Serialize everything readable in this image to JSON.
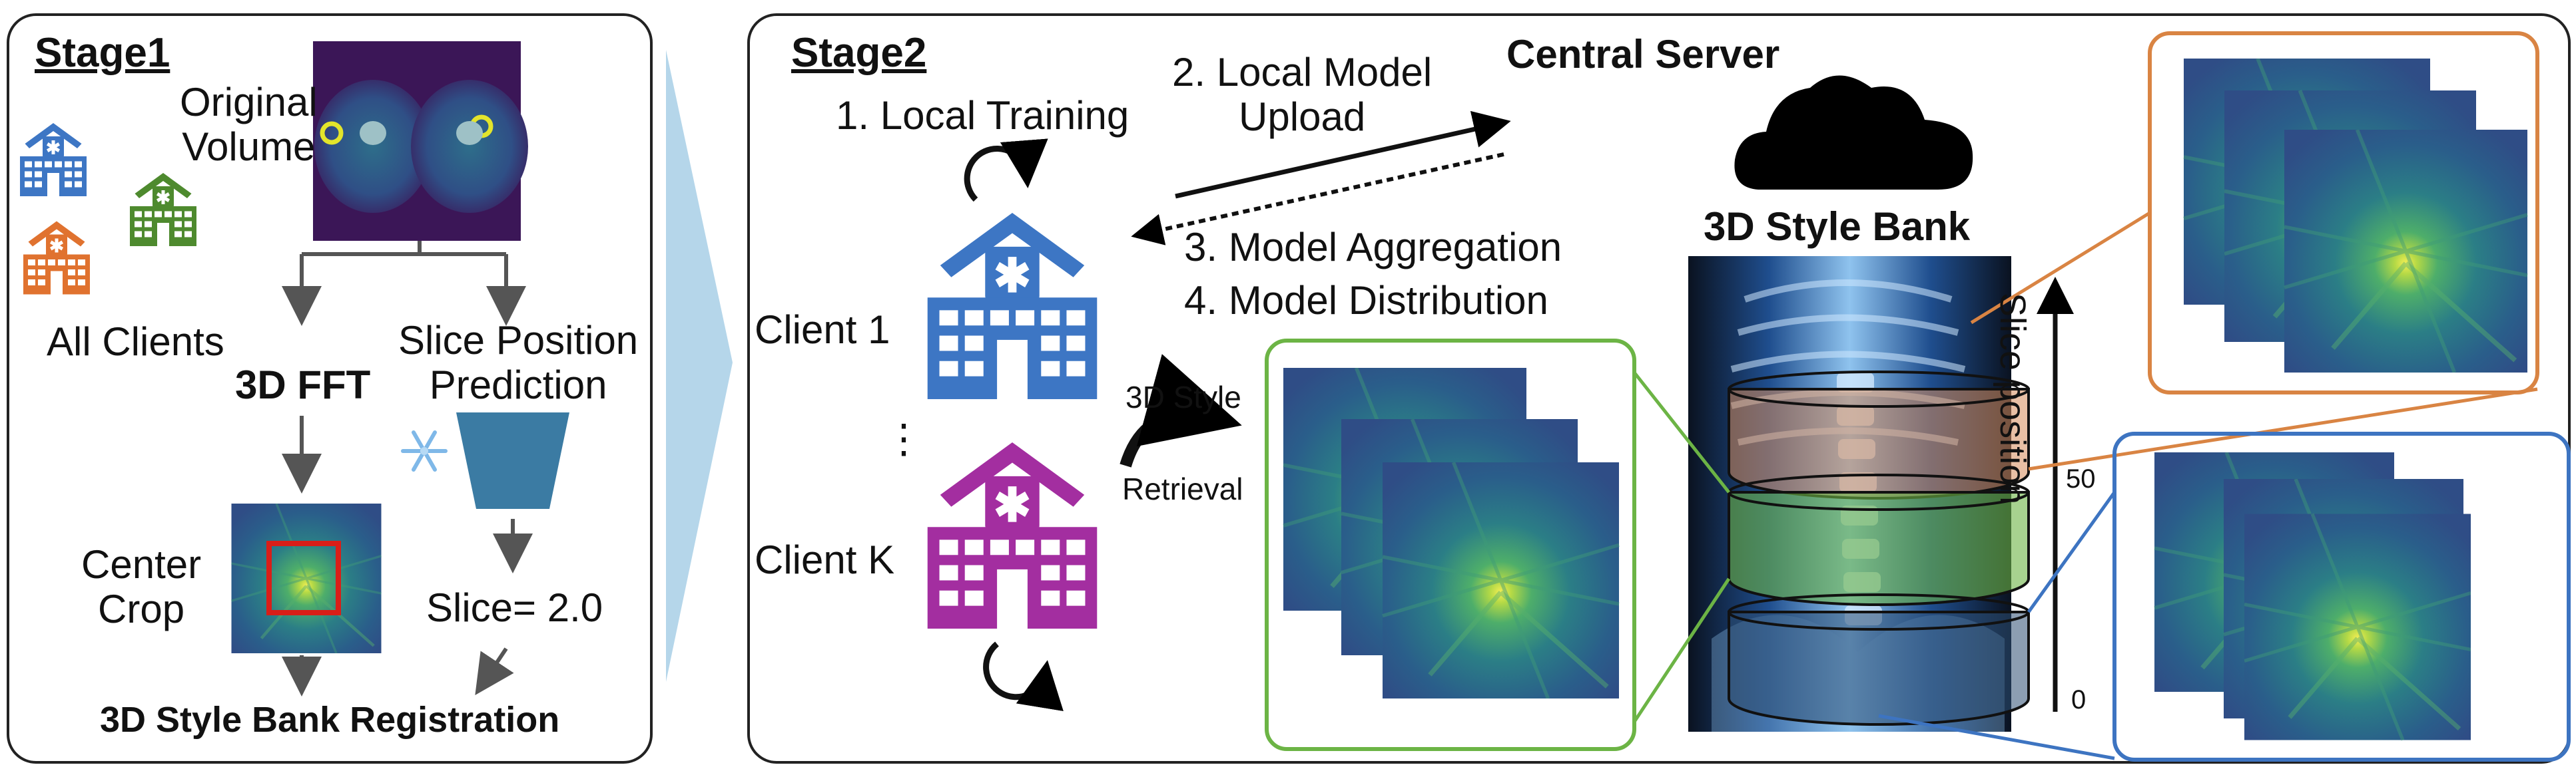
{
  "stage1": {
    "title": "Stage1",
    "original_volume": "Original\nVolume",
    "all_clients": "All Clients",
    "fft_label": "3D FFT",
    "slice_prediction": "Slice Position\nPrediction",
    "center_crop": "Center\nCrop",
    "slice_value": "Slice= 2.0",
    "registration": "3D Style Bank Registration"
  },
  "stage2": {
    "title": "Stage2",
    "local_training": "1. Local Training",
    "local_upload": "2. Local Model\nUpload",
    "aggregation": "3. Model Aggregation",
    "distribution": "4. Model Distribution",
    "central_server": "Central Server",
    "client_1": "Client 1",
    "client_ellipsis": "⋮",
    "client_k": "Client K",
    "style_retrieval_top": "3D Style",
    "style_retrieval_bottom": "Retrieval",
    "style_bank": "3D Style Bank",
    "slice_axis_label": "Slice position",
    "axis_tick_top": "50",
    "axis_tick_bottom": "0"
  },
  "colors": {
    "client_blue": "#3d76c4",
    "client_green": "#4e8a2e",
    "client_orange": "#e0722f",
    "client_purple": "#a32ea0",
    "arrow_band": "#b5d6ea",
    "crop_red": "#d91e18",
    "box_green": "#6cb445",
    "box_orange": "#d98443",
    "box_blue": "#3d74c1",
    "predictor": "#3b7ba3"
  },
  "icons": {
    "hospital": "hospital-icon",
    "snowflake": "snowflake-icon",
    "cloud": "cloud-icon",
    "refresh": "refresh-arrow-icon"
  }
}
